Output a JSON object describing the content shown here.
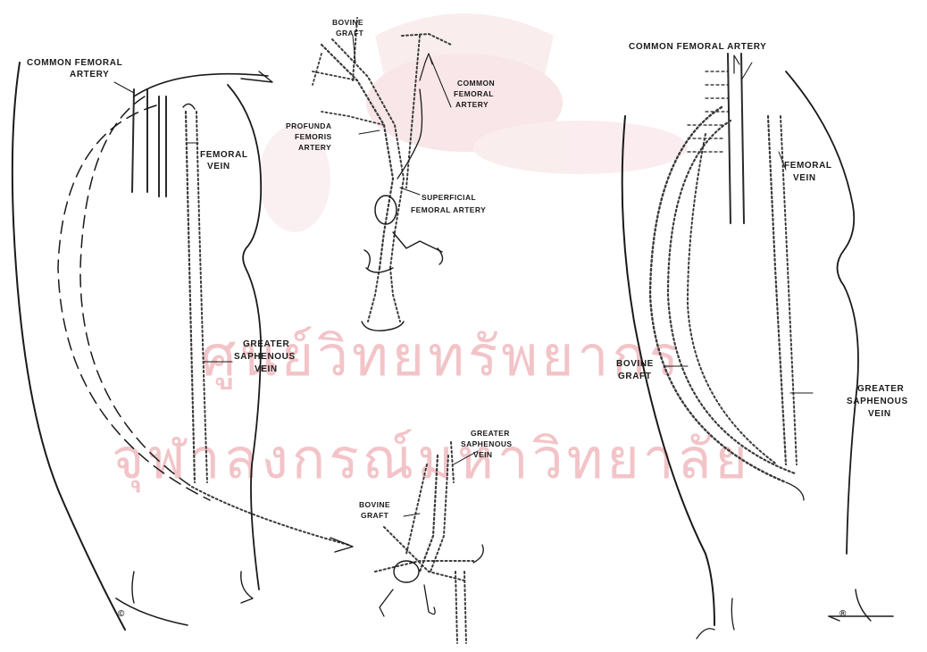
{
  "colors": {
    "ink": "#1a1a1a",
    "watermark": "#f2c4c8",
    "watermark_emblem": "#f7dfe1",
    "background": "#ffffff"
  },
  "labels": {
    "common_femoral_artery_left": [
      "COMMON FEMORAL",
      "ARTERY"
    ],
    "femoral_vein_left": [
      "FEMORAL",
      "VEIN"
    ],
    "greater_saphenous_vein_left": [
      "GREATER",
      "SAPHENOUS",
      "VEIN"
    ],
    "bovine_graft_top": [
      "BOVINE",
      "GRAFT"
    ],
    "common_femoral_artery_top": [
      "COMMON",
      "FEMORAL",
      "ARTERY"
    ],
    "profunda_femoris_artery": [
      "PROFUNDA",
      "FEMORIS",
      "ARTERY"
    ],
    "superficial_femoral_artery": [
      "SUPERFICIAL",
      "FEMORAL ARTERY"
    ],
    "greater_saphenous_vein_bottom": [
      "GREATER",
      "SAPHENOUS",
      "VEIN"
    ],
    "bovine_graft_bottom": [
      "BOVINE",
      "GRAFT"
    ],
    "common_femoral_artery_right": [
      "COMMON FEMORAL ARTERY"
    ],
    "femoral_vein_right": [
      "FEMORAL",
      "VEIN"
    ],
    "bovine_graft_right": [
      "BOVINE",
      "GRAFT"
    ],
    "greater_saphenous_vein_right": [
      "GREATER",
      "SAPHENOUS",
      "VEIN"
    ]
  },
  "panel_marks": [
    "©",
    "®"
  ],
  "watermark": {
    "line1": "ศูนย์วิทยทรัพยากร",
    "line2": "จุฬาลงกรณ์มหาวิทยาลัย"
  }
}
